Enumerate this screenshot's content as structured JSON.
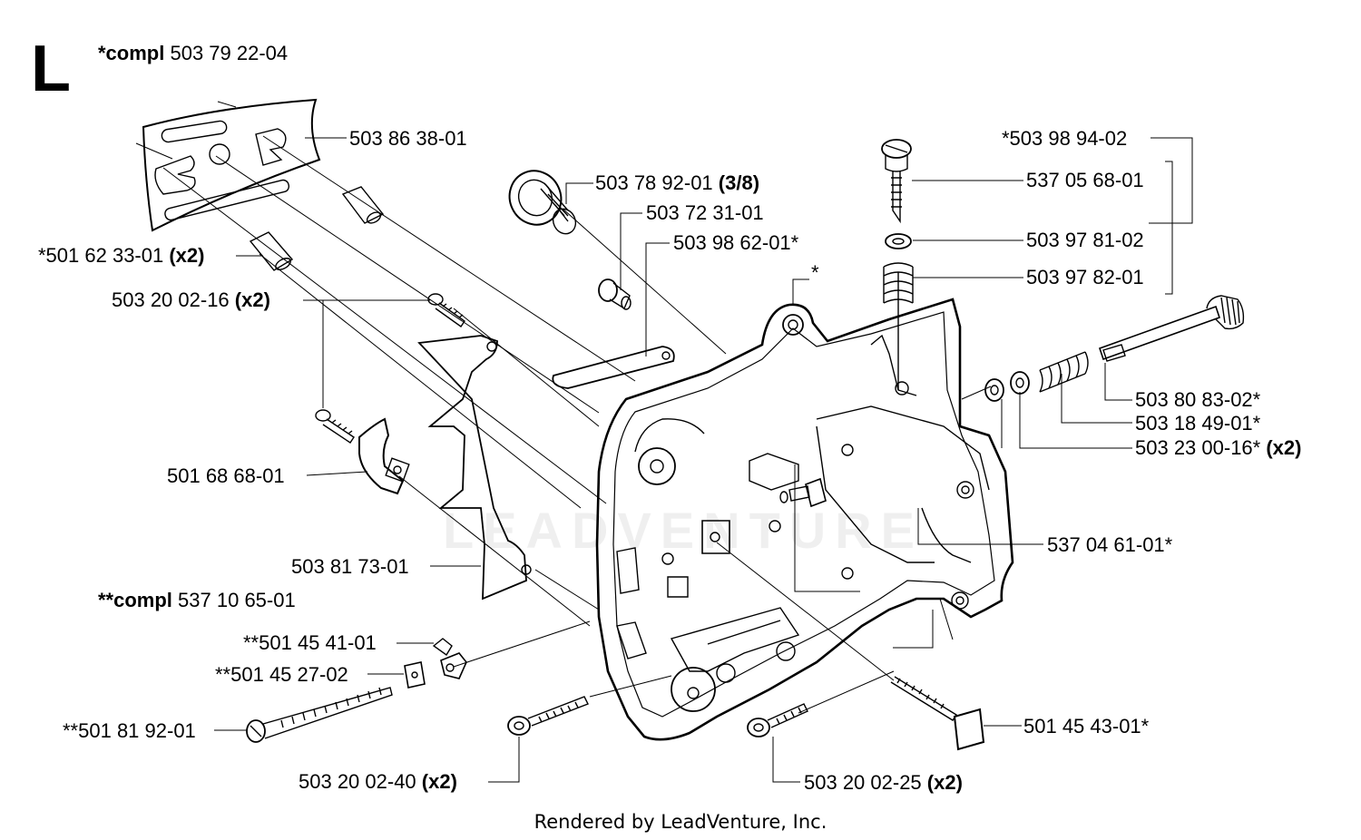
{
  "section_letter": "L",
  "assemblies": {
    "compl_main": {
      "prefix": "*compl",
      "part": "503 79 22-04"
    },
    "compl_sub": {
      "prefix": "**compl",
      "part": "537 10 65-01"
    }
  },
  "parts": [
    {
      "id": "p01",
      "number": "503 86 38-01",
      "qty": ""
    },
    {
      "id": "p02",
      "number": "*501 62 33-01",
      "qty": "(x2)"
    },
    {
      "id": "p03",
      "number": "503 20 02-16",
      "qty": "(x2)"
    },
    {
      "id": "p04",
      "number": "501 68 68-01",
      "qty": ""
    },
    {
      "id": "p05",
      "number": "503 81 73-01",
      "qty": ""
    },
    {
      "id": "p06",
      "number": "**501 45 41-01",
      "qty": ""
    },
    {
      "id": "p07",
      "number": "**501 45 27-02",
      "qty": ""
    },
    {
      "id": "p08",
      "number": "**501 81 92-01",
      "qty": ""
    },
    {
      "id": "p09",
      "number": "503 20 02-40",
      "qty": "(x2)"
    },
    {
      "id": "p10",
      "number": "503 78 92-01",
      "qty": "(3/8)"
    },
    {
      "id": "p11",
      "number": "503 72 31-01",
      "qty": ""
    },
    {
      "id": "p12",
      "number": "503 98 62-01*",
      "qty": ""
    },
    {
      "id": "p13",
      "number": "*",
      "qty": ""
    },
    {
      "id": "p14",
      "number": "*503 98 94-02",
      "qty": ""
    },
    {
      "id": "p15",
      "number": "537 05 68-01",
      "qty": ""
    },
    {
      "id": "p16",
      "number": "503 97 81-02",
      "qty": ""
    },
    {
      "id": "p17",
      "number": "503 97 82-01",
      "qty": ""
    },
    {
      "id": "p18",
      "number": "503 80 83-02*",
      "qty": ""
    },
    {
      "id": "p19",
      "number": "503 18 49-01*",
      "qty": ""
    },
    {
      "id": "p20",
      "number": "503 23 00-16*",
      "qty": "(x2)"
    },
    {
      "id": "p21",
      "number": "537 04 61-01*",
      "qty": ""
    },
    {
      "id": "p22",
      "number": "501 45 43-01*",
      "qty": ""
    },
    {
      "id": "p23",
      "number": "503 20 02-25",
      "qty": "(x2)"
    }
  ],
  "footer": "Rendered by LeadVenture, Inc."
}
